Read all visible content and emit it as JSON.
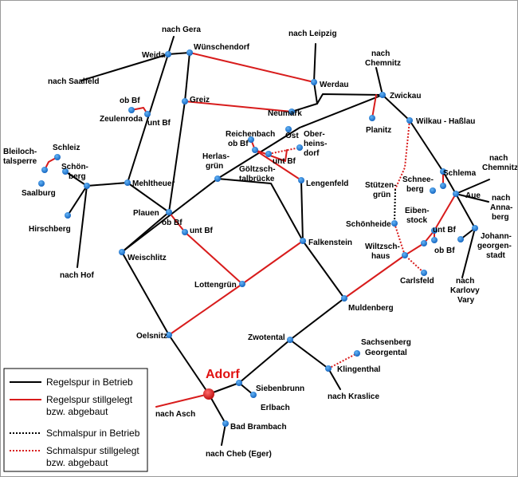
{
  "colors": {
    "in_service": "#000000",
    "closed": "#d81c1c",
    "station": "#1e88e5",
    "focus_station": "#e01010"
  },
  "focus_town": "Adorf",
  "stations": {
    "weida": "Weida",
    "wuenschendorf": "Wünschendorf",
    "greiz": "Greiz",
    "werdau": "Werdau",
    "neumark": "Neumark",
    "zwickau": "Zwickau",
    "planitz": "Planitz",
    "wilkau": "Wilkau - Haßlau",
    "zeulenroda_line1": "ob Bf",
    "zeulenroda_line2": "Zeulenroda",
    "zeulenroda_line3": "unt Bf",
    "reichenbach_line1": "Reichenbach",
    "reichenbach_line2": "ob Bf",
    "reichenbach_ost": "Ost",
    "reichenbach_unt": "unt Bf",
    "oberheinsdorf_line1": "Ober-",
    "oberheinsdorf_line2": "heins-",
    "oberheinsdorf_line3": "dorf",
    "goeltzschtalbruecke_line1": "Göltzsch-",
    "goeltzschtalbruecke_line2": "talbrücke",
    "bleilochtalsperre_line1": "Bleiloch-",
    "bleilochtalsperre_line2": "talsperre",
    "schleiz": "Schleiz",
    "saalburg": "Saalburg",
    "schoenberg_line1": "Schön-",
    "schoenberg_line2": "berg",
    "hirschberg": "Hirschberg",
    "mehltheuer": "Mehltheuer",
    "herlasgruen_line1": "Herlas-",
    "herlasgruen_line2": "grün",
    "lengenfeld": "Lengenfeld",
    "plauen_line1": "Plauen",
    "plauen_line2": "ob Bf",
    "plauen_unt": "unt Bf",
    "weischlitz": "Weischlitz",
    "falkenstein": "Falkenstein",
    "lottengruen": "Lottengrün",
    "oelsnitz": "Oelsnitz",
    "muldenberg": "Muldenberg",
    "zwotental": "Zwotental",
    "siebenbrunn": "Siebenbrunn",
    "erlbach": "Erlbach",
    "klingenthal": "Klingenthal",
    "sachsenberg_line1": "Sachsenberg",
    "sachsenberg_line2": "Georgental",
    "bad_brambach": "Bad Brambach",
    "stuetzengruen_line1": "Stützen-",
    "stuetzengruen_line2": "grün",
    "schoenheide": "Schönheide",
    "wiltzschhaus_line1": "Wiltzsch-",
    "wiltzschhaus_line2": "haus",
    "carlsfeld": "Carlsfeld",
    "eibenstock_line1": "Eiben-",
    "eibenstock_line2": "stock",
    "eibenstock_unt": "unt Bf",
    "eibenstock_ob": "ob Bf",
    "schneeberg_line1": "Schnee-",
    "schneeberg_line2": "berg",
    "schlema": "Schlema",
    "aue": "Aue"
  },
  "destinations": {
    "gera": "nach Gera",
    "leipzig": "nach Leipzig",
    "chemnitz_north_line1": "nach",
    "chemnitz_north_line2": "Chemnitz",
    "saalfeld": "nach Saalfeld",
    "hof": "nach Hof",
    "chemnitz_east_line1": "nach",
    "chemnitz_east_line2": "Chemnitz",
    "annaberg_line1": "nach",
    "annaberg_line2": "Anna-",
    "annaberg_line3": "berg",
    "johanngeorgenstadt_line1": "Johann-",
    "johanngeorgenstadt_line2": "georgen-",
    "johanngeorgenstadt_line3": "stadt",
    "karlovy_vary_line1": "nach",
    "karlovy_vary_line2": "Karlovy",
    "karlovy_vary_line3": "Vary",
    "kraslice": "nach Kraslice",
    "asch": "nach Asch",
    "cheb": "nach Cheb (Eger)"
  },
  "legend": [
    {
      "label_line1": "Regelspur in Betrieb",
      "label_line2": "",
      "color": "#000000",
      "style": "solid"
    },
    {
      "label_line1": "Regelspur stillgelegt",
      "label_line2": "bzw. abgebaut",
      "color": "#d81c1c",
      "style": "solid"
    },
    {
      "label_line1": "Schmalspur in Betrieb",
      "label_line2": "",
      "color": "#000000",
      "style": "dotted"
    },
    {
      "label_line1": "Schmalspur stillgelegt",
      "label_line2": "bzw. abgebaut",
      "color": "#d81c1c",
      "style": "dotted"
    }
  ]
}
